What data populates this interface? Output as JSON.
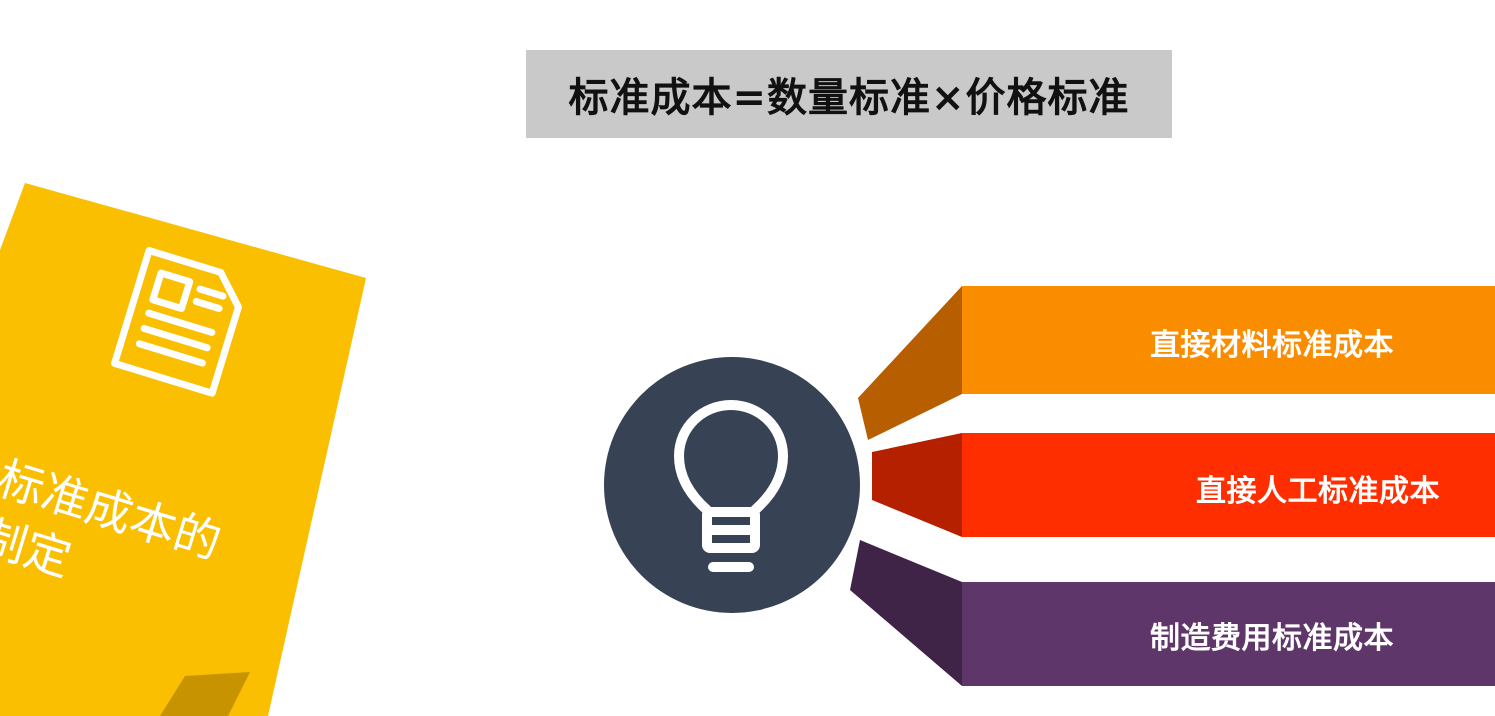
{
  "title": {
    "text": "标准成本=数量标准×价格标准"
  },
  "sticky_note": {
    "label": "标准成本的制定",
    "color": "#F9BF00",
    "shadow_color": "#C79400",
    "icon": "document-icon"
  },
  "center_icon": {
    "icon": "lightbulb-icon",
    "circle_color": "#374254"
  },
  "items": [
    {
      "label": "直接材料标准成本",
      "color": "#FA8C00",
      "fold_color": "#B65E00"
    },
    {
      "label": "直接人工标准成本",
      "color": "#FF2E00",
      "fold_color": "#B52000"
    },
    {
      "label": "制造费用标准成本",
      "color": "#5E3669",
      "fold_color": "#3F2448"
    }
  ]
}
